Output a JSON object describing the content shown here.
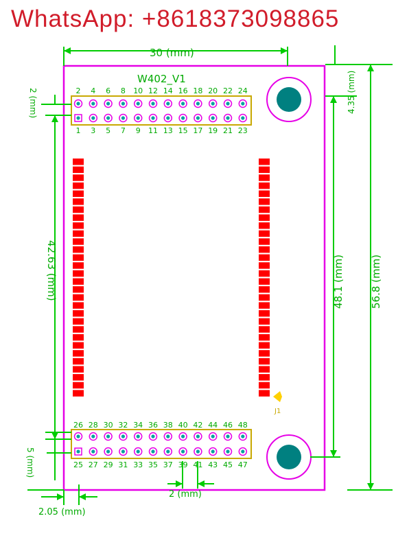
{
  "watermark": "WhatsApp: +8618373098865",
  "board": {
    "name": "W402_V1",
    "connector_ref": "J1",
    "top_header": {
      "upper_row": [
        "2",
        "4",
        "6",
        "8",
        "10",
        "12",
        "14",
        "16",
        "18",
        "20",
        "22",
        "24"
      ],
      "lower_row": [
        "1",
        "3",
        "5",
        "7",
        "9",
        "11",
        "13",
        "15",
        "17",
        "19",
        "21",
        "23"
      ]
    },
    "bottom_header": {
      "upper_row": [
        "26",
        "28",
        "30",
        "32",
        "34",
        "36",
        "38",
        "40",
        "42",
        "44",
        "46",
        "48"
      ],
      "lower_row": [
        "25",
        "27",
        "29",
        "31",
        "33",
        "35",
        "37",
        "39",
        "41",
        "43",
        "45",
        "47"
      ]
    },
    "pad_rows_per_side": 30
  },
  "dimensions": {
    "width": "30 (mm)",
    "height": "56.8 (mm)",
    "hole_spacing": "48.1 (mm)",
    "hole_offset": "4.35 (mm)",
    "header_to_header": "42.63 (mm)",
    "row_pitch": "2 (mm)",
    "edge_offset": "5 (mm)",
    "pin_pitch": "2 (mm)",
    "left_offset": "2.05 (mm)"
  },
  "colors": {
    "board_outline": "#e600e6",
    "dimension": "#00cc00",
    "header_outline": "#c8a800",
    "pad": "#ff0000",
    "pin_center": "#00a0a0",
    "hole_fill": "#008080",
    "watermark": "#d11c2a"
  }
}
